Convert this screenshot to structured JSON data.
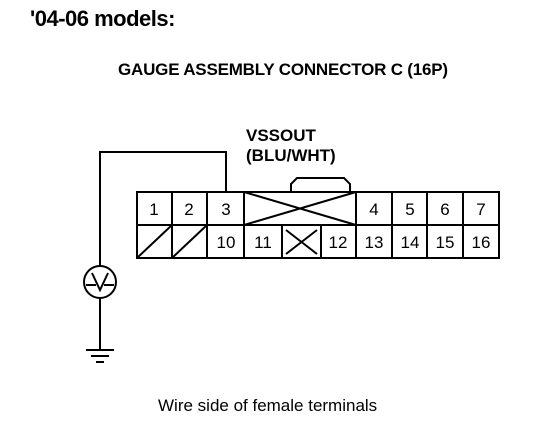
{
  "header": {
    "models": "'04-06 models:",
    "connector": "GAUGE ASSEMBLY CONNECTOR C (16P)"
  },
  "signal": {
    "name": "VSSOUT",
    "wire_color": "(BLU/WHT)"
  },
  "connector": {
    "top_row": [
      "1",
      "2",
      "3",
      "4",
      "5",
      "6",
      "7"
    ],
    "bottom_row": [
      "10",
      "11",
      "12",
      "13",
      "14",
      "15",
      "16"
    ]
  },
  "caption": "Wire side of female terminals",
  "icons": {
    "meter": "voltmeter-icon",
    "ground": "ground-icon"
  }
}
